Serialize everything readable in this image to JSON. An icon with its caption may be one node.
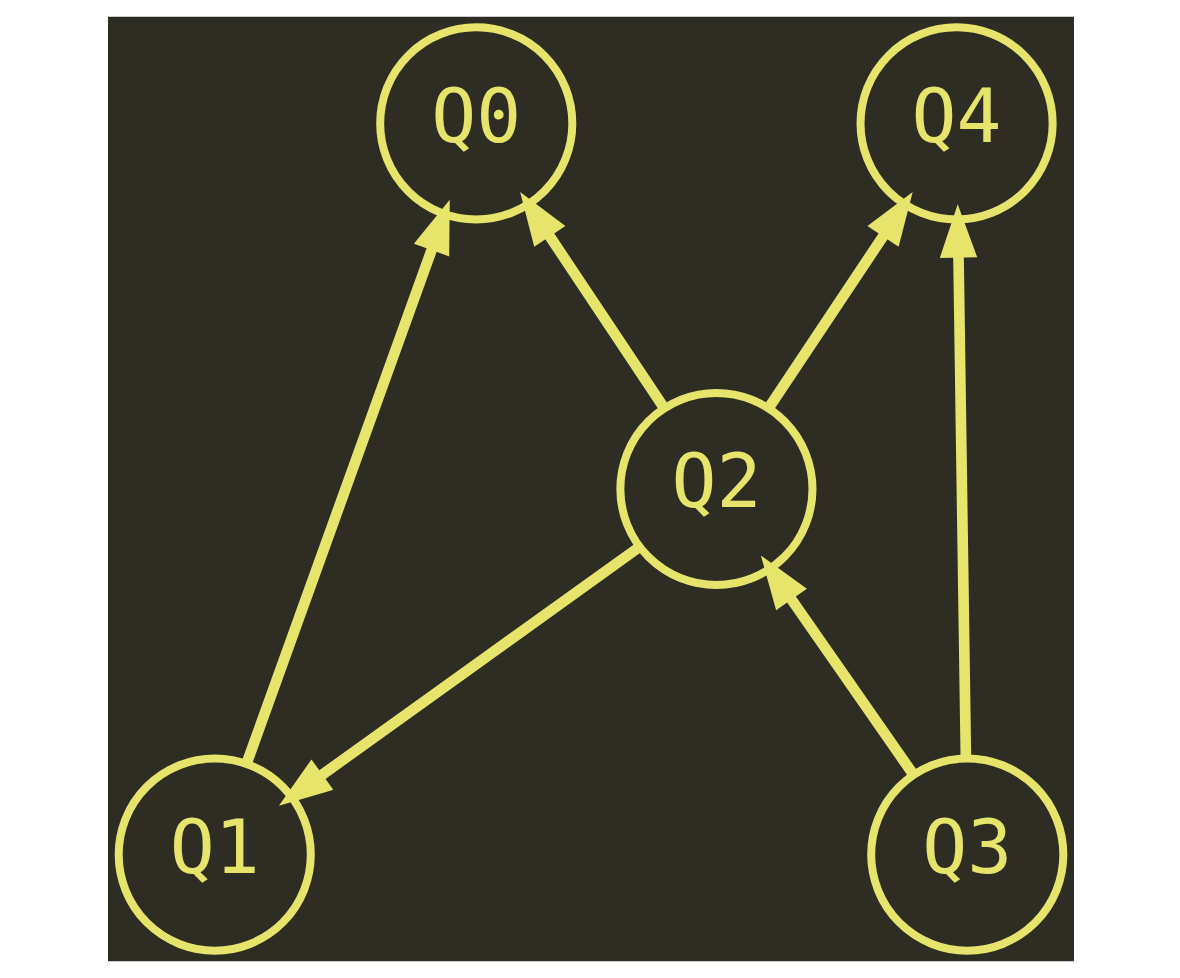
{
  "diagram": {
    "nodes": [
      {
        "text": [
          "Q4"
        ]
      },
      {
        "text": [
          "Q0"
        ]
      },
      {
        "text": [
          "Q2"
        ]
      },
      {
        "text": [
          "Q3"
        ]
      },
      {
        "text": [
          "Q1"
        ]
      }
    ],
    "edges": [
      {
        "from": 3,
        "to": 0,
        "arrow": "to"
      },
      {
        "from": 4,
        "to": 1,
        "arrow": "to"
      },
      {
        "from": 2,
        "to": 0,
        "arrow": "to"
      },
      {
        "from": 2,
        "to": 1,
        "arrow": "to"
      },
      {
        "from": 3,
        "to": 2,
        "arrow": "to"
      },
      {
        "from": 2,
        "to": 4,
        "arrow": "to"
      }
    ]
  }
}
